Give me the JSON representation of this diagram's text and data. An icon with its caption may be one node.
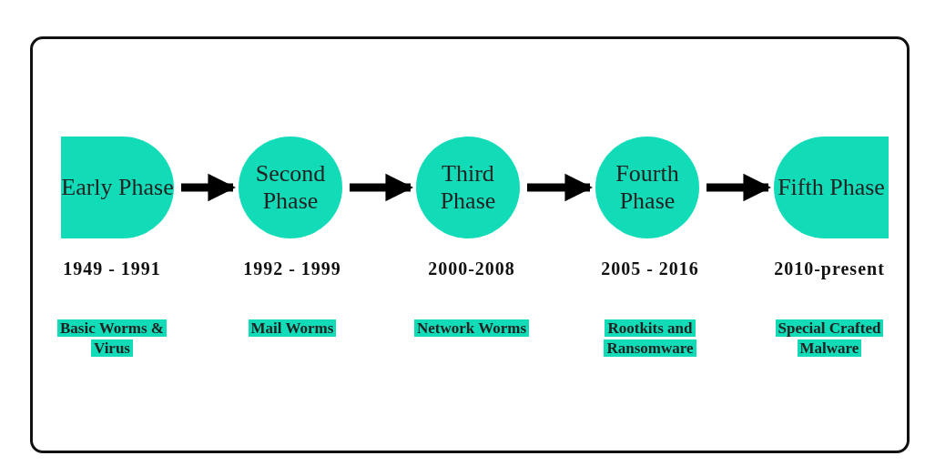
{
  "diagram": {
    "nodes": [
      {
        "text": [
          "Early Phase"
        ],
        "beside": [
          "1949 - 1991",
          "Basic Worms & Virus"
        ]
      },
      {
        "text": [
          "Second Phase"
        ],
        "beside": [
          "1992 - 1999",
          "Mail Worms"
        ]
      },
      {
        "text": [
          "Third Phase"
        ],
        "beside": [
          "2000-2008",
          "Network Worms"
        ]
      },
      {
        "text": [
          "Fourth Phase"
        ],
        "beside": [
          "2005 - 2016",
          "Rootkits and Ransomware"
        ]
      },
      {
        "text": [
          "Fifth Phase"
        ],
        "beside": [
          "2010-present",
          "Special Crafted Malware"
        ]
      }
    ],
    "edges": [
      {
        "from": 0,
        "to": 1,
        "arrow": "to"
      },
      {
        "from": 1,
        "to": 2,
        "arrow": "to"
      },
      {
        "from": 2,
        "to": 3,
        "arrow": "to"
      },
      {
        "from": 3,
        "to": 4,
        "arrow": "to"
      }
    ]
  }
}
